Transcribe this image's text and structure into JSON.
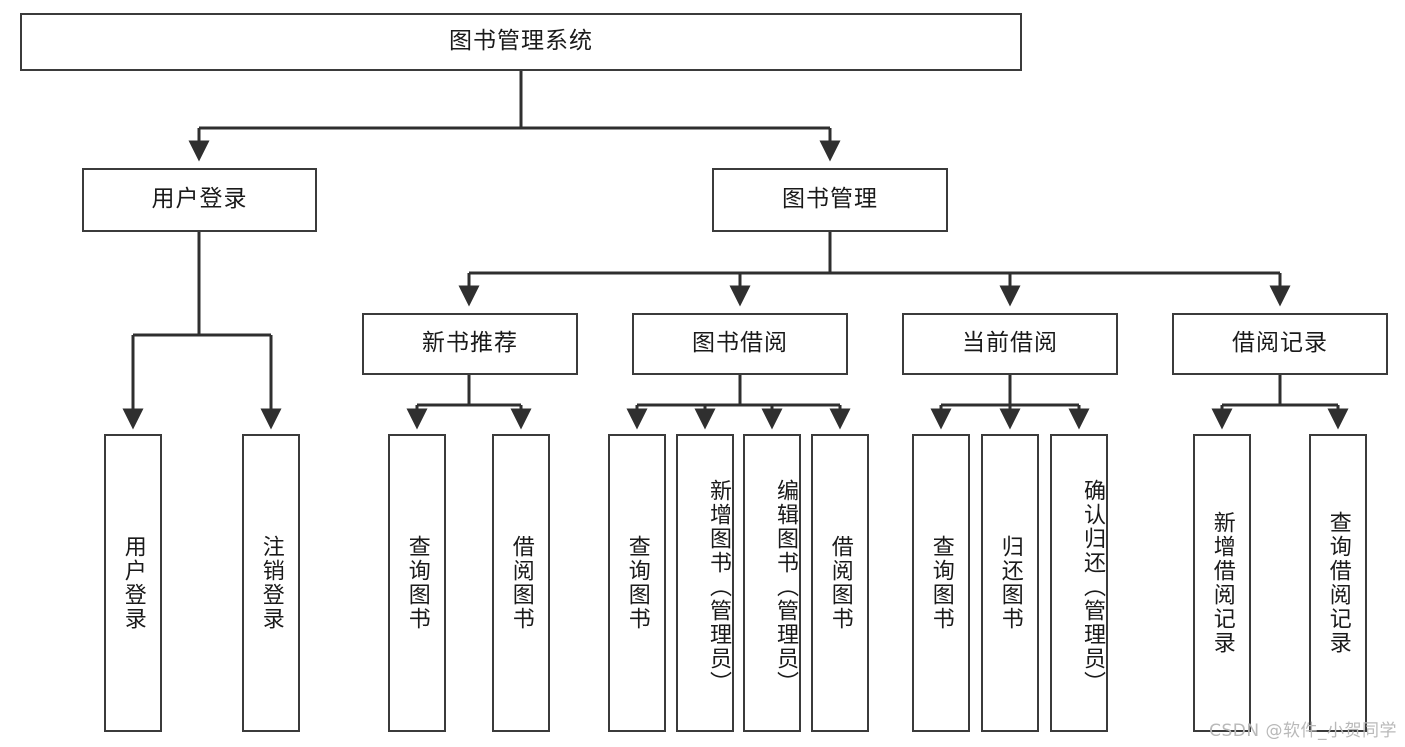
{
  "diagram": {
    "type": "tree",
    "title": "图书管理系统",
    "stroke_color": "#3b3b3b",
    "fill_color": "#ffffff",
    "text_color": "#1a1a1a",
    "root": {
      "label": "图书管理系统"
    },
    "level2": [
      {
        "label": "用户登录"
      },
      {
        "label": "图书管理"
      }
    ],
    "level3": [
      {
        "label": "新书推荐"
      },
      {
        "label": "图书借阅"
      },
      {
        "label": "当前借阅"
      },
      {
        "label": "借阅记录"
      }
    ],
    "leaves": {
      "user_login": [
        {
          "label": "用户登录"
        },
        {
          "label": "注销登录"
        }
      ],
      "new_book_recommend": [
        {
          "label": "查询图书"
        },
        {
          "label": "借阅图书"
        }
      ],
      "book_borrow": [
        {
          "label": "查询图书"
        },
        {
          "label": "新增图书（管理员）"
        },
        {
          "label": "编辑图书（管理员）"
        },
        {
          "label": "借阅图书"
        }
      ],
      "current_borrow": [
        {
          "label": "查询图书"
        },
        {
          "label": "归还图书"
        },
        {
          "label": "确认归还（管理员）"
        }
      ],
      "borrow_record": [
        {
          "label": "新增借阅记录"
        },
        {
          "label": "查询借阅记录"
        }
      ]
    }
  },
  "watermark": {
    "text": "CSDN @软件_小贺同学"
  }
}
